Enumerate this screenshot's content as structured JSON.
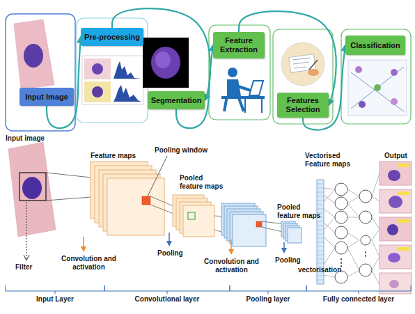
{
  "diagram": {
    "nodes": [
      {
        "text": [
          "Input Image"
        ]
      },
      {
        "text": [
          "Pre-processing"
        ]
      },
      {
        "text": [
          "Segmentation"
        ]
      },
      {
        "text": [
          "Feature Extraction"
        ]
      },
      {
        "text": [
          "Features Selection"
        ]
      },
      {
        "text": [
          "Classification"
        ]
      }
    ],
    "edges": [
      {
        "from": 0,
        "to": 1,
        "arrow": "to"
      },
      {
        "from": 1,
        "to": 2,
        "arrow": "to"
      },
      {
        "from": 2,
        "to": 3,
        "arrow": "to"
      },
      {
        "from": 3,
        "to": 4,
        "arrow": "to"
      },
      {
        "from": 4,
        "to": 5,
        "arrow": "to"
      }
    ],
    "labels": [
      "Input image",
      "Feature maps",
      "Pooling window",
      "Pooled feature maps",
      "Filter",
      "Convolution and activation",
      "Pooling",
      "Convolution and activation",
      "Pooled feature maps",
      "Pooling",
      "Vectorised Feature maps",
      "vectorisation",
      "Output",
      "Input Layer",
      "Convolutional layer",
      "Pooling layer",
      "Fully connected layer"
    ]
  }
}
